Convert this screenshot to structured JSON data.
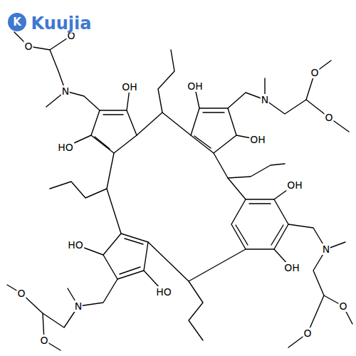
{
  "diagram": {
    "labels": [
      "K",
      "Kuujia",
      "O",
      "O",
      "N",
      "OH",
      "HO",
      "OH",
      "N",
      "O",
      "O",
      "OH",
      "OH",
      "OH",
      "N",
      "O",
      "O",
      "HO",
      "HO",
      "N",
      "O",
      "O"
    ]
  }
}
